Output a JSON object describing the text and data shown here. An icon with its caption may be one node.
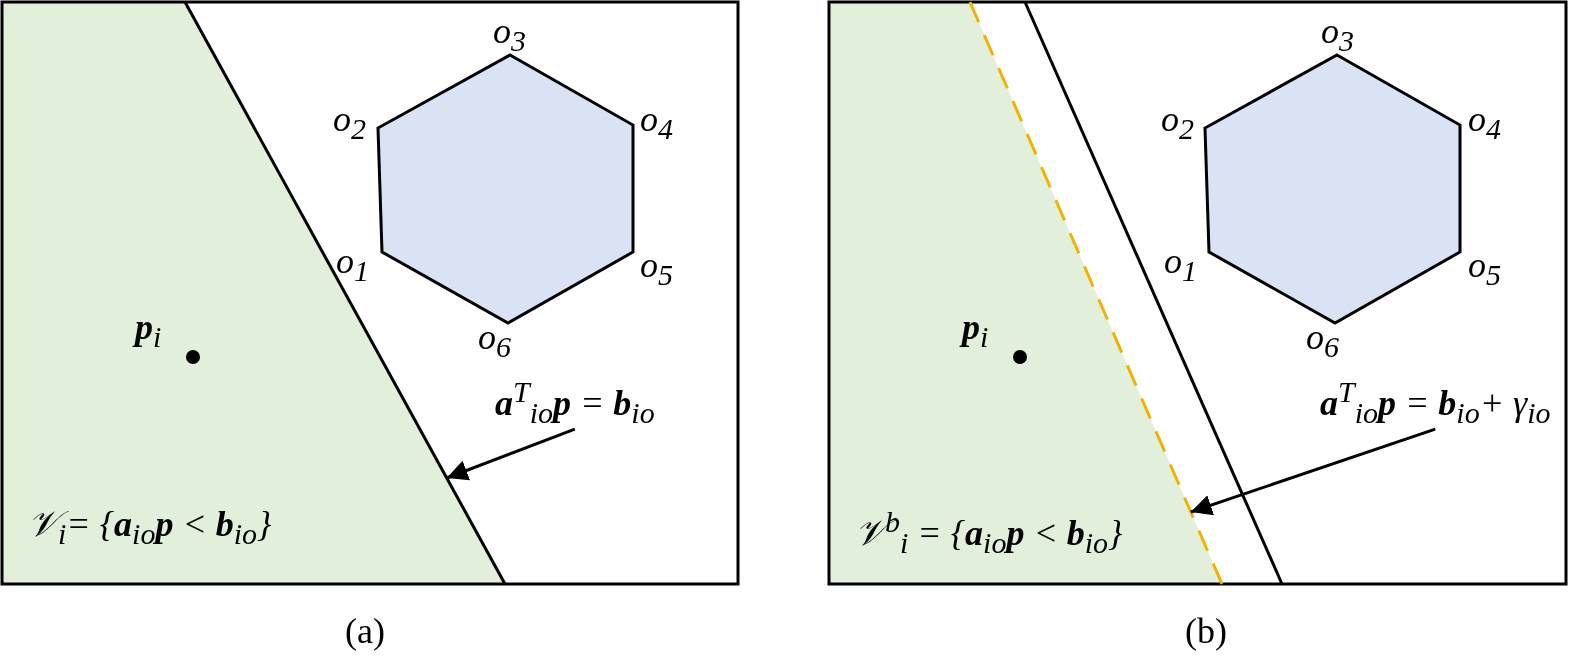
{
  "diagram": {
    "nodes": [
      {
        "text": [
          "**a**$^{T}$$_{io}$**p** = **b**$_{io}$"
        ]
      },
      {
        "text": [],
        "shape": "line"
      },
      {
        "text": [
          "**a**$^{T}$$_{io}$**p** = **b**$_{io}$+ γ$_{io}$"
        ]
      },
      {
        "text": [],
        "shape": "line"
      },
      {
        "text": [],
        "shape": "hexagon"
      },
      {
        "text": [],
        "shape": "hexagon"
      }
    ],
    "edges": [
      {
        "from": 0,
        "to": 1,
        "arrow": "to"
      },
      {
        "from": 2,
        "to": 3,
        "arrow": "to"
      }
    ],
    "labels": [
      "o$_{3}$",
      "o$_{2}$",
      "o$_{4}$",
      "o$_{1}$",
      "o$_{5}$",
      "o$_{6}$",
      "**p**$_{i}$",
      "𝒱$_{i}$= {**a**$_{io}$**p** < **b**$_{io}$}",
      "(a)",
      "o$_{3}$",
      "o$_{2}$",
      "o$_{4}$",
      "o$_{1}$",
      "o$_{5}$",
      "o$_{6}$",
      "**p**$_{i}$",
      "𝒱$^{b}$$_{i}$ = {**a**$_{io}$**p** < **b**$_{io}$}",
      "(b)"
    ]
  }
}
